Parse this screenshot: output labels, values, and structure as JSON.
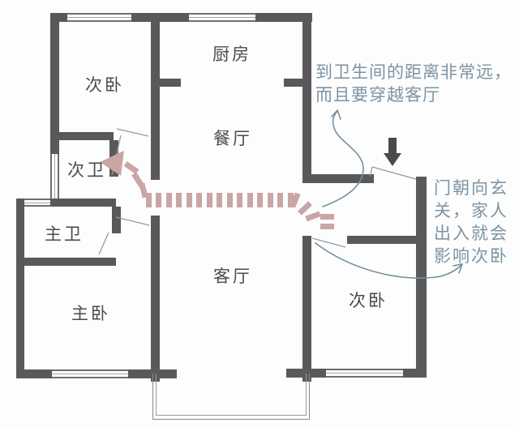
{
  "figure": {
    "type": "apartment-floor-plan"
  },
  "rooms": {
    "bedroom_top_left": "次卧",
    "kitchen": "厨房",
    "dining": "餐厅",
    "second_bath": "次卫",
    "master_bath": "主卫",
    "master_bedroom": "主卧",
    "living": "客厅",
    "bedroom_right": "次卧"
  },
  "annotations": {
    "bathroom_distance": {
      "lines": [
        "到卫生间的距离非常远，",
        "而且要穿越客厅"
      ]
    },
    "door_facing": {
      "lines": [
        "门朝向玄",
        "关，家人",
        "出入就会",
        "影响次卧"
      ]
    }
  },
  "colors": {
    "wall": "#59595b",
    "walk_path_pink": "#caa5a5",
    "annotation_text": "#7d94a3",
    "room_text": "#4a4a4a",
    "entry_arrow": "#4a4a4a"
  }
}
